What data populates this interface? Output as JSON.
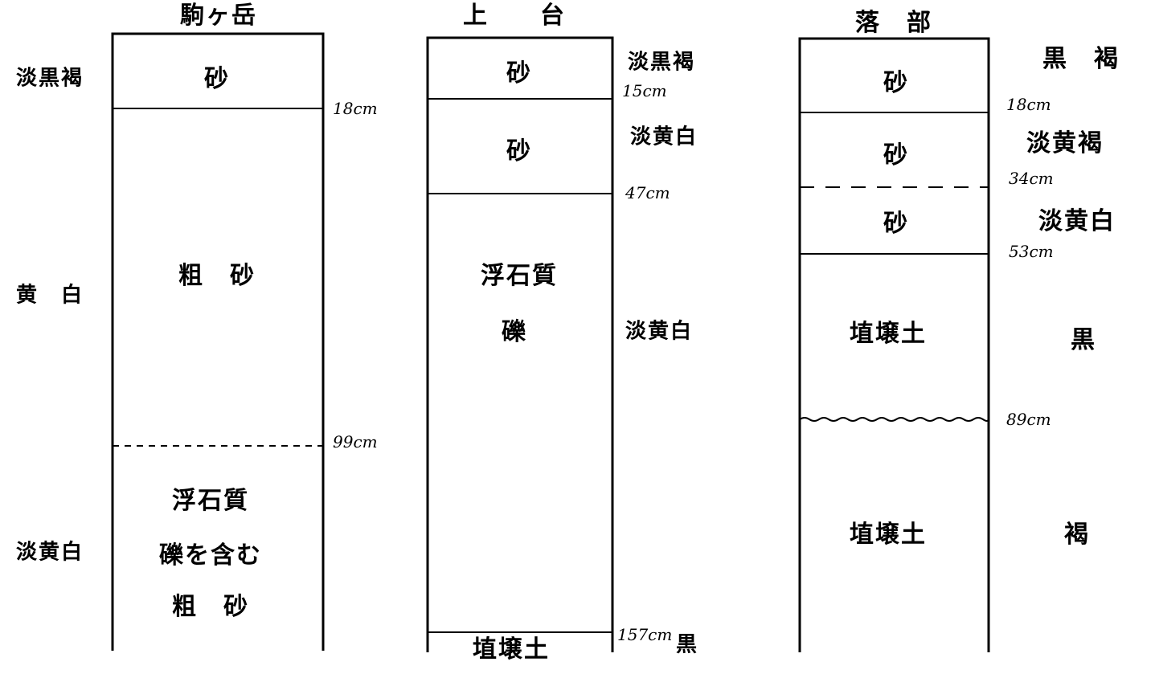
{
  "columns": [
    {
      "title": "駒ヶ岳",
      "layers": [
        "砂",
        "粗　砂",
        "浮石質",
        "礫を含む",
        "粗　砂"
      ],
      "colors": [
        "淡黒褐",
        "黄　白",
        "淡黄白"
      ],
      "depths": [
        "18cm",
        "99cm"
      ]
    },
    {
      "title": "上　　台",
      "layers": [
        "砂",
        "砂",
        "浮石質",
        "礫",
        "埴壌土"
      ],
      "colors": [
        "淡黒褐",
        "淡黄白",
        "淡黄白",
        "黒"
      ],
      "depths": [
        "15cm",
        "47cm",
        "157cm"
      ]
    },
    {
      "title": "落　部",
      "layers": [
        "砂",
        "砂",
        "砂",
        "埴壌土",
        "埴壌土"
      ],
      "colors": [
        "黒　褐",
        "淡黄褐",
        "淡黄白",
        "黒",
        "褐"
      ],
      "depths": [
        "18cm",
        "34cm",
        "53cm",
        "89cm"
      ]
    }
  ]
}
